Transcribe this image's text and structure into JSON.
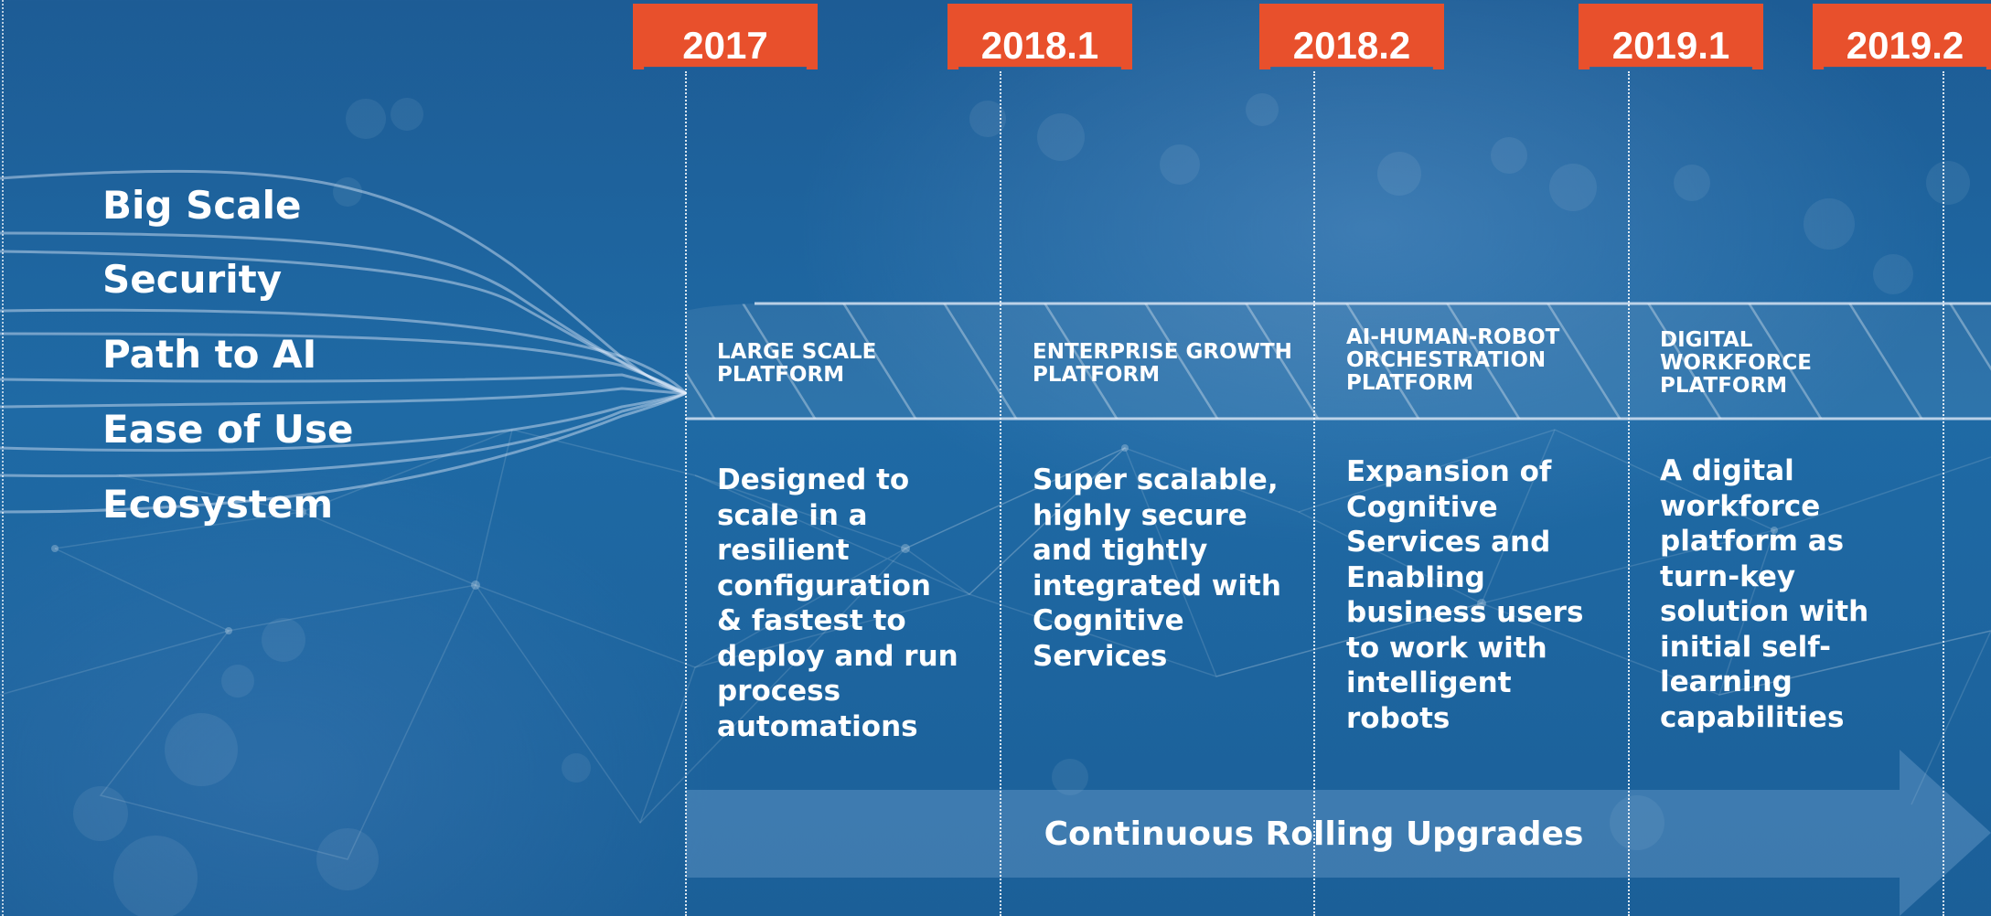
{
  "features": [
    "Big Scale",
    "Security",
    "Path to AI",
    "Ease of Use",
    "Ecosystem"
  ],
  "milestones": [
    {
      "year": "2017",
      "platform": "LARGE SCALE PLATFORM",
      "description": "Designed to scale in a resilient configuration & fastest to deploy and run process automations"
    },
    {
      "year": "2018.1",
      "platform": "ENTERPRISE GROWTH PLATFORM",
      "description": "Super scalable, highly secure and tightly integrated with Cognitive Services"
    },
    {
      "year": "2018.2",
      "platform": "AI-HUMAN-ROBOT ORCHESTRATION PLATFORM",
      "description": "Expansion of Cognitive Services and Enabling business users to work with intelligent robots"
    },
    {
      "year": "2019.1",
      "platform": "DIGITAL WORKFORCE PLATFORM",
      "description": "A digital workforce platform as turn-key solution with initial self-learning capabilities"
    },
    {
      "year": "2019.2",
      "platform": "",
      "description": ""
    }
  ],
  "upgrade_label": "Continuous Rolling Upgrades",
  "colors": {
    "year_tag": "#e8502c",
    "background": "#1f6aa5",
    "text": "#ffffff"
  }
}
